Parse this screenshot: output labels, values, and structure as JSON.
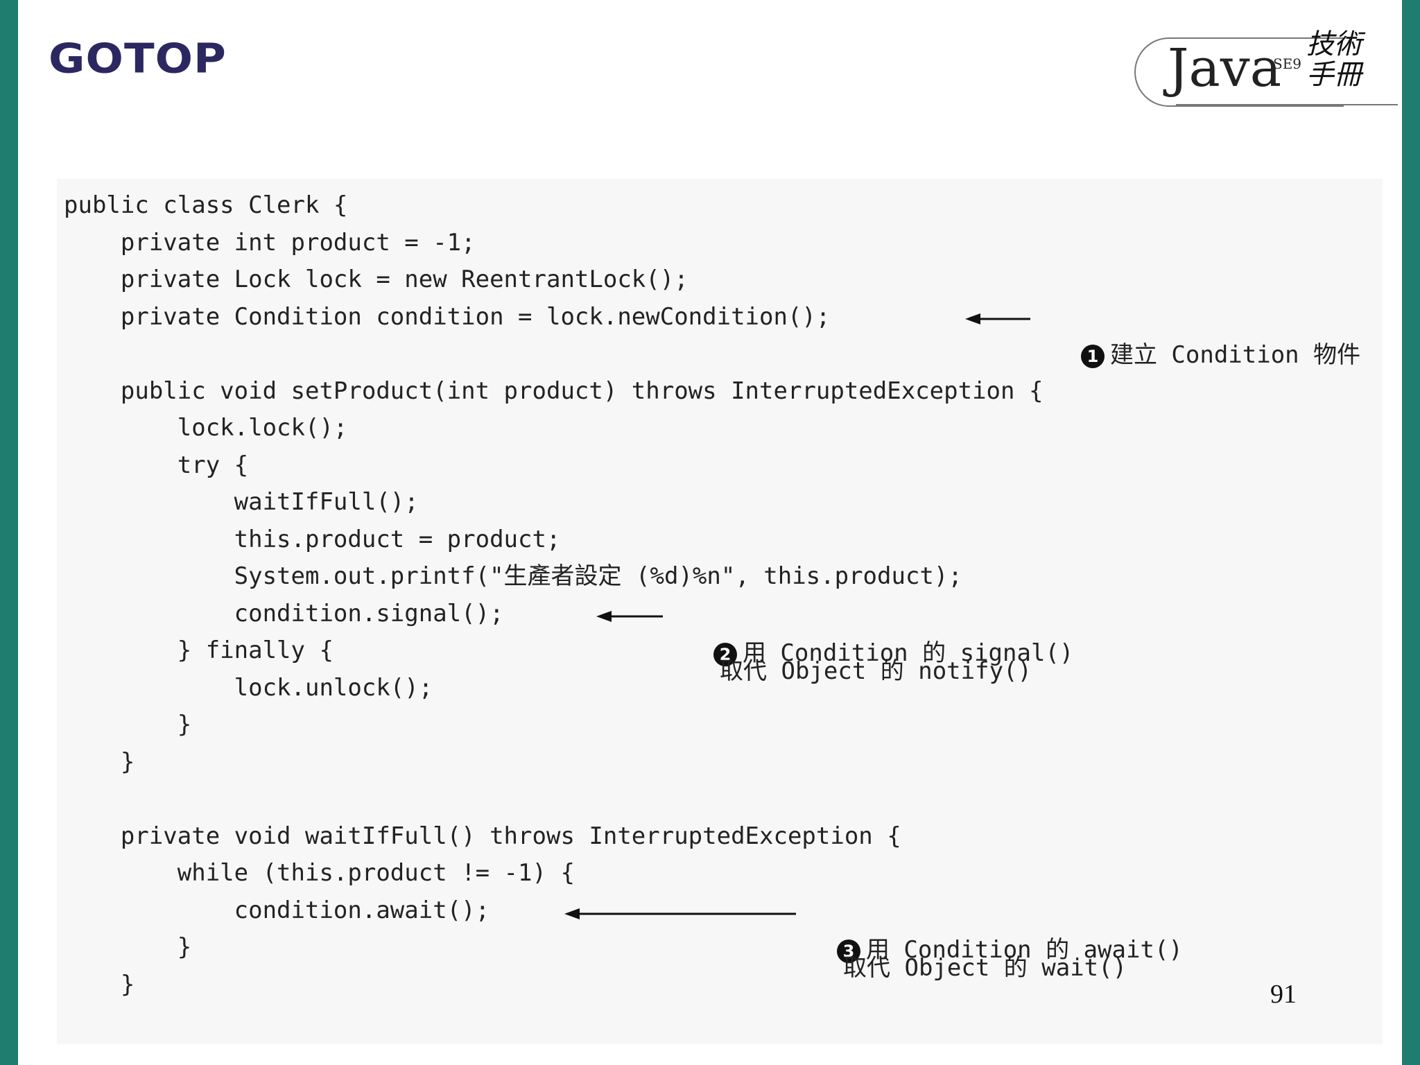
{
  "header": {
    "publisher_logo": "GOTOP",
    "book_badge": {
      "java": "Java",
      "edition": "SE9",
      "subtitle": "技術手冊"
    }
  },
  "code_lines": [
    "public class Clerk {",
    "    private int product = -1;",
    "    private Lock lock = new ReentrantLock();",
    "    private Condition condition = lock.newCondition();",
    "",
    "    public void setProduct(int product) throws InterruptedException {",
    "        lock.lock();",
    "        try {",
    "            waitIfFull();",
    "            this.product = product;",
    "            System.out.printf(\"生產者設定 (%d)%n\", this.product);",
    "            condition.signal();",
    "        } finally {",
    "            lock.unlock();",
    "        }",
    "    }",
    "",
    "    private void waitIfFull() throws InterruptedException {",
    "        while (this.product != -1) {",
    "            condition.await();",
    "        }",
    "    }"
  ],
  "annotations": [
    {
      "number": "1",
      "line1": "建立 Condition 物件",
      "line2": ""
    },
    {
      "number": "2",
      "line1": "用 Condition 的 signal()",
      "line2": "取代 Object 的 notify()"
    },
    {
      "number": "3",
      "line1": "用 Condition 的 await()",
      "line2": "取代 Object 的 wait()"
    }
  ],
  "page_number": "91"
}
